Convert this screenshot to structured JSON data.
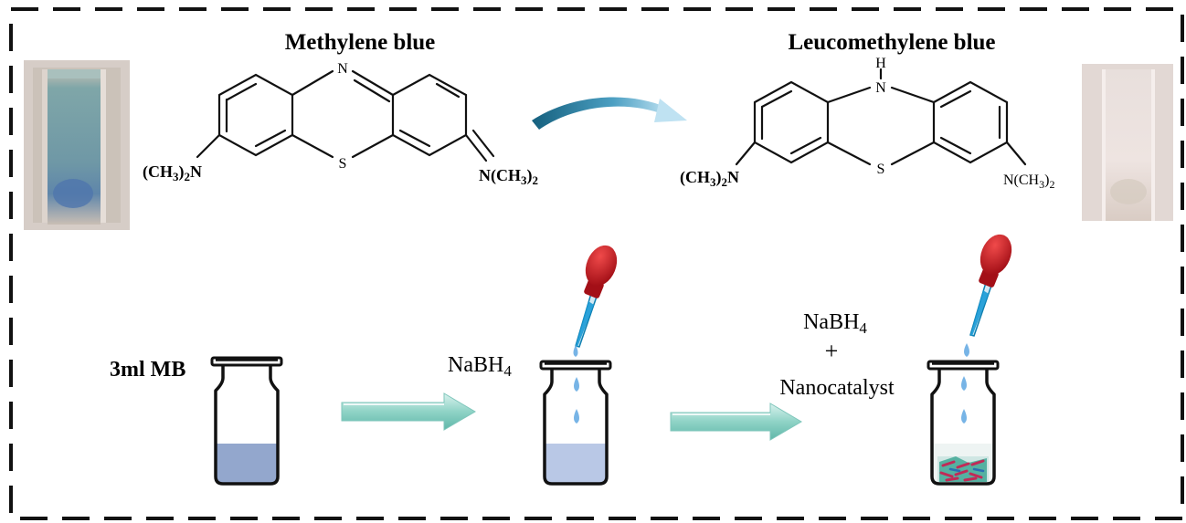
{
  "molecules": {
    "left": {
      "name": "Methylene blue",
      "atom_n": "N",
      "atom_s": "S",
      "sub_left": {
        "main": "(CH",
        "sub1": "3",
        "mid": ")",
        "sub2": "2",
        "end": "N"
      },
      "sub_right": {
        "main": "N(CH",
        "sub1": "3",
        "mid": ")",
        "sub2": "2"
      }
    },
    "right": {
      "name": "Leucomethylene blue",
      "atom_h": "H",
      "atom_n": "N",
      "atom_s": "S",
      "sub_left": {
        "main": "(CH",
        "sub1": "3",
        "mid": ")",
        "sub2": "2",
        "end": "N"
      },
      "sub_right": {
        "main": "N(CH",
        "sub1": "3",
        "mid": ")",
        "sub2": "2"
      }
    }
  },
  "steps": {
    "mb_label": "3ml MB",
    "nabh4_label": {
      "main": "NaBH",
      "sub": "4"
    },
    "mix_label": {
      "line1": {
        "main": "NaBH",
        "sub": "4"
      },
      "line2": "+",
      "line3": "Nanocatalyst"
    }
  },
  "colors": {
    "mb_solution": "#93a7cd",
    "mb_solution_light": "#b9c8e6",
    "dropper_bulb": "#c5101a",
    "droplet": "#77b4e6",
    "curved_arrow": "#1f6f8f",
    "flow_arrow": "#9fd8cf",
    "border_dash": "#111111"
  }
}
